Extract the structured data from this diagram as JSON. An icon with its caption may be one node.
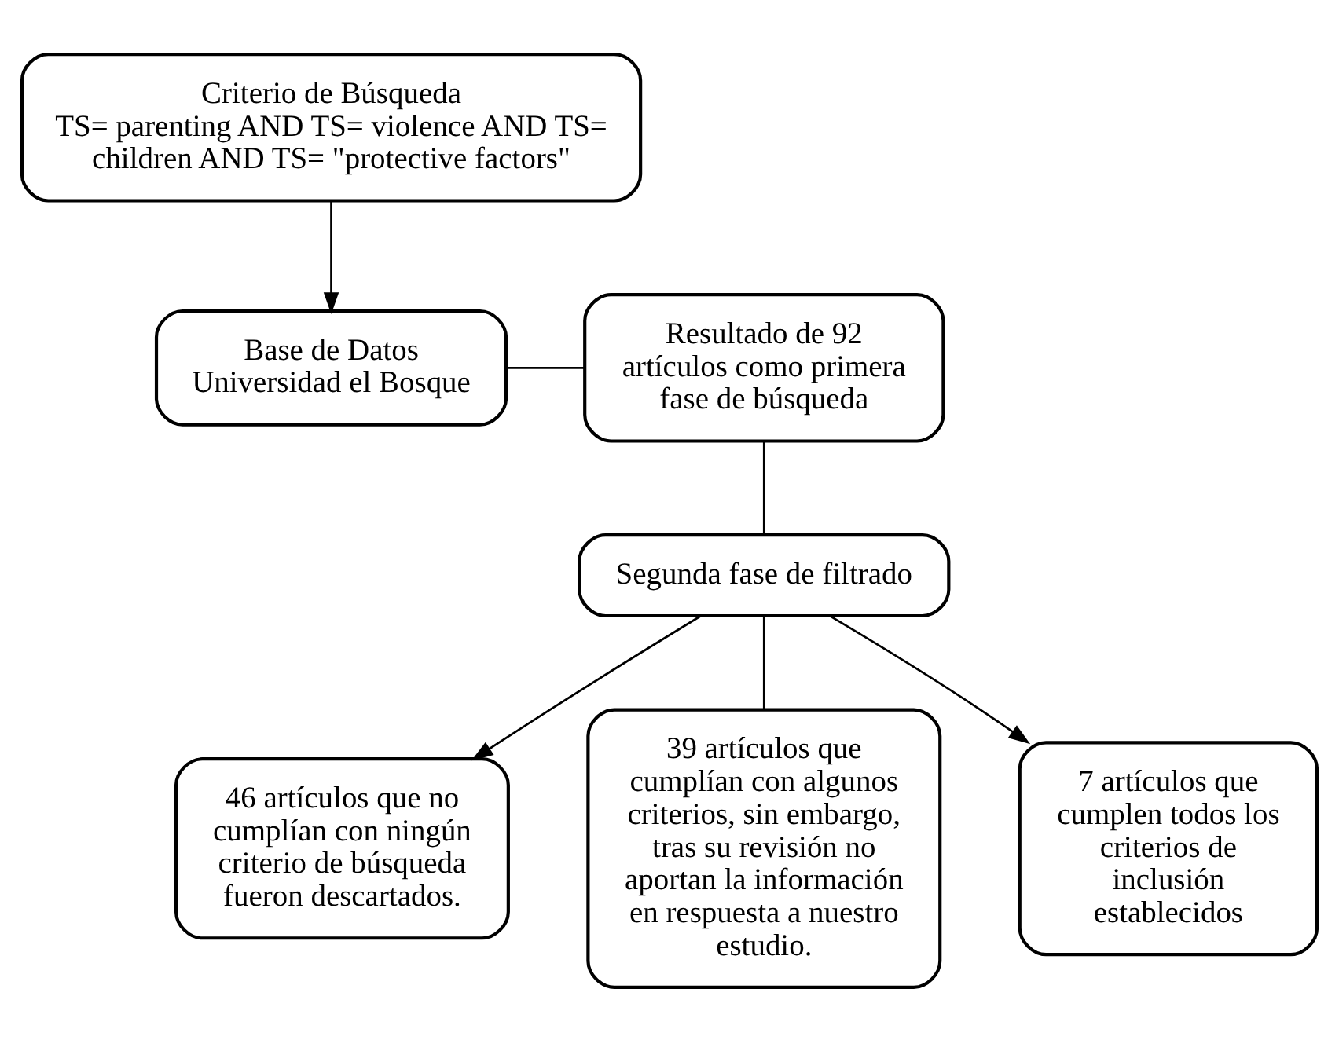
{
  "diagram": {
    "nodes": [
      {
        "text": [
          "Criterio de Búsqueda",
          "TS= parenting AND TS= violence AND TS= children AND TS= \"protective factors\""
        ]
      },
      {
        "text": [
          "Base de Datos",
          "Universidad el Bosque"
        ]
      },
      {
        "text": [
          "Resultado de 92 artículos como primera fase de búsqueda"
        ]
      },
      {
        "text": [
          "Segunda fase de filtrado"
        ]
      },
      {
        "text": [
          "46 artículos que no cumplían con ningún criterio de búsqueda fueron descartados."
        ]
      },
      {
        "text": [
          "39 artículos que cumplían con algunos criterios, sin embargo, tras su revisión no aportan la información en respuesta a nuestro estudio."
        ]
      },
      {
        "text": [
          "7 artículos que cumplen todos los criterios de inclusión establecidos"
        ]
      }
    ],
    "edges": [
      {
        "from": 0,
        "to": 1,
        "arrow": "to"
      },
      {
        "from": 1,
        "to": 2,
        "arrow": "none"
      },
      {
        "from": 2,
        "to": 3,
        "arrow": "none"
      },
      {
        "from": 3,
        "to": 4,
        "arrow": "to"
      },
      {
        "from": 3,
        "to": 5,
        "arrow": "none"
      },
      {
        "from": 3,
        "to": 6,
        "arrow": "to"
      }
    ]
  }
}
